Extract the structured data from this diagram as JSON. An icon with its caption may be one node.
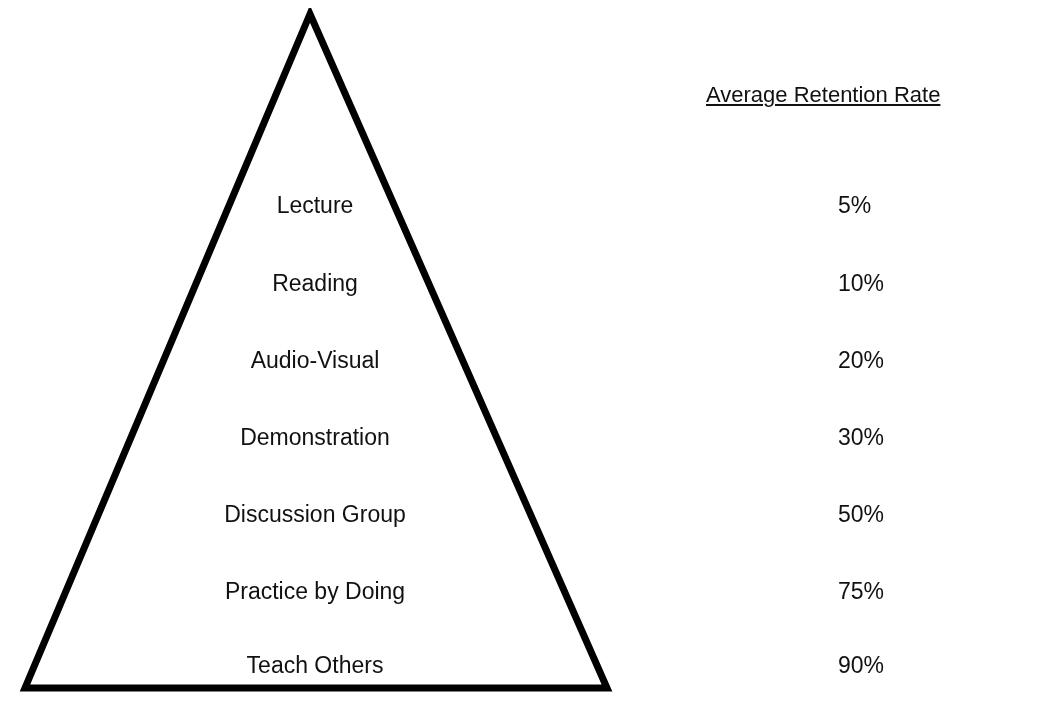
{
  "diagram": {
    "nodes": [
      {
        "text": [
          "Lecture",
          "Reading",
          "Audio-Visual",
          "Demonstration",
          "Discussion Group",
          "Practice by Doing",
          "Teach Others"
        ]
      }
    ],
    "labels": [
      "Average Retention Rate",
      "5%",
      "10%",
      "20%",
      "30%",
      "50%",
      "75%",
      "90%"
    ]
  }
}
